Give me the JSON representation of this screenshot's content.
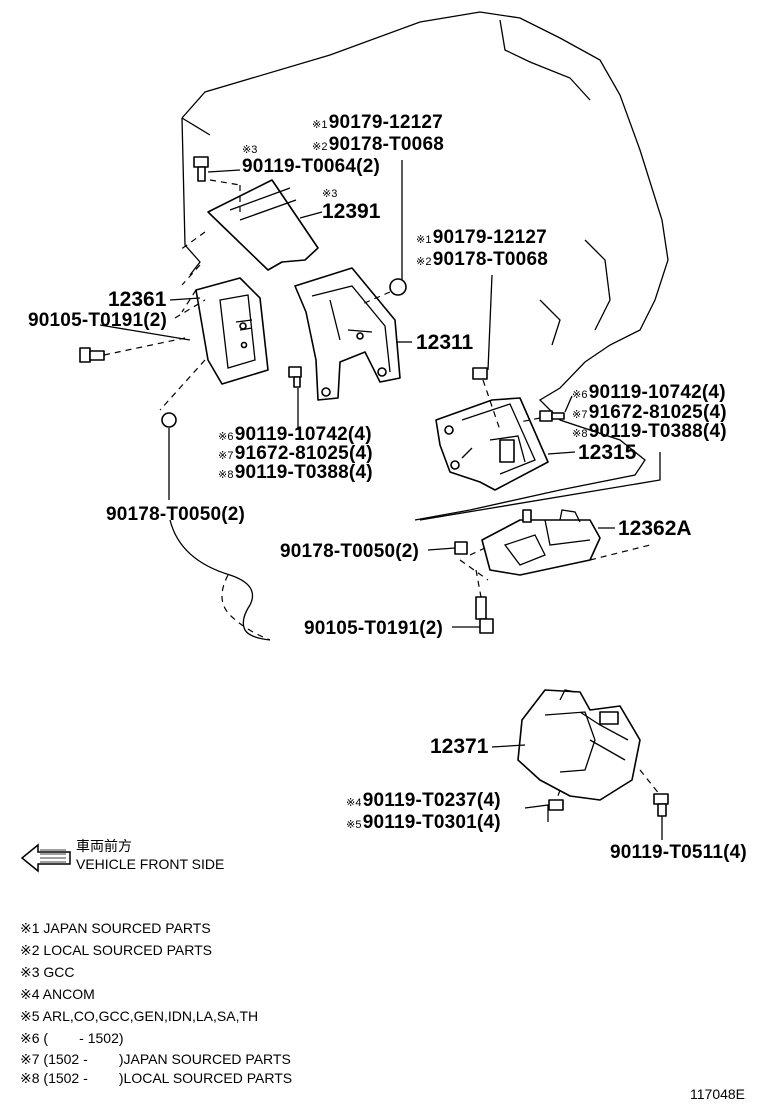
{
  "callouts": {
    "c1": {
      "mark": "※1",
      "part": "90179-12127"
    },
    "c2": {
      "mark": "※2",
      "part": "90178-T0068"
    },
    "c3": {
      "mark": "※3",
      "part": "90119-T0064(2)"
    },
    "c4": {
      "mark": "※3",
      "part": "12391"
    },
    "c5": {
      "mark": "※1",
      "part": "90179-12127"
    },
    "c6": {
      "mark": "※2",
      "part": "90178-T0068"
    },
    "c7": {
      "mark": "",
      "part": "12361"
    },
    "c8": {
      "mark": "",
      "part": "90105-T0191(2)"
    },
    "c9": {
      "mark": "",
      "part": "12311"
    },
    "c10": {
      "mark": "※6",
      "part": "90119-10742(4)"
    },
    "c11": {
      "mark": "※7",
      "part": "91672-81025(4)"
    },
    "c12": {
      "mark": "※8",
      "part": "90119-T0388(4)"
    },
    "c13": {
      "mark": "",
      "part": "12315"
    },
    "c14": {
      "mark": "※6",
      "part": "90119-10742(4)"
    },
    "c15": {
      "mark": "※7",
      "part": "91672-81025(4)"
    },
    "c16": {
      "mark": "※8",
      "part": "90119-T0388(4)"
    },
    "c17": {
      "mark": "",
      "part": "90178-T0050(2)"
    },
    "c18": {
      "mark": "",
      "part": "12362A"
    },
    "c19": {
      "mark": "",
      "part": "90178-T0050(2)"
    },
    "c20": {
      "mark": "",
      "part": "90105-T0191(2)"
    },
    "c21": {
      "mark": "",
      "part": "12371"
    },
    "c22": {
      "mark": "※4",
      "part": "90119-T0237(4)"
    },
    "c23": {
      "mark": "※5",
      "part": "90119-T0301(4)"
    },
    "c24": {
      "mark": "",
      "part": "90119-T0511(4)"
    }
  },
  "direction": {
    "jp": "車両前方",
    "en": "VEHICLE FRONT SIDE"
  },
  "notes": [
    "※1 JAPAN SOURCED PARTS",
    "※2 LOCAL SOURCED PARTS",
    "※3 GCC",
    "※4 ANCOM",
    "※5 ARL,CO,GCC,GEN,IDN,LA,SA,TH",
    "※6 (        - 1502)",
    "※7 (1502 -        )JAPAN SOURCED PARTS",
    "※8 (1502 -        )LOCAL SOURCED PARTS"
  ],
  "figure_id": "117048E"
}
